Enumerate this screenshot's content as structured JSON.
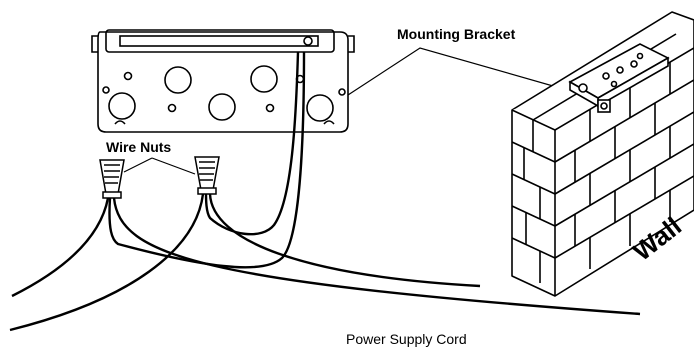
{
  "labels": {
    "mounting_bracket": "Mounting Bracket",
    "wire_nuts": "Wire Nuts",
    "wall": "Wall",
    "power_supply_cord": "Power Supply Cord"
  },
  "colors": {
    "line": "#000000",
    "background": "#ffffff"
  }
}
